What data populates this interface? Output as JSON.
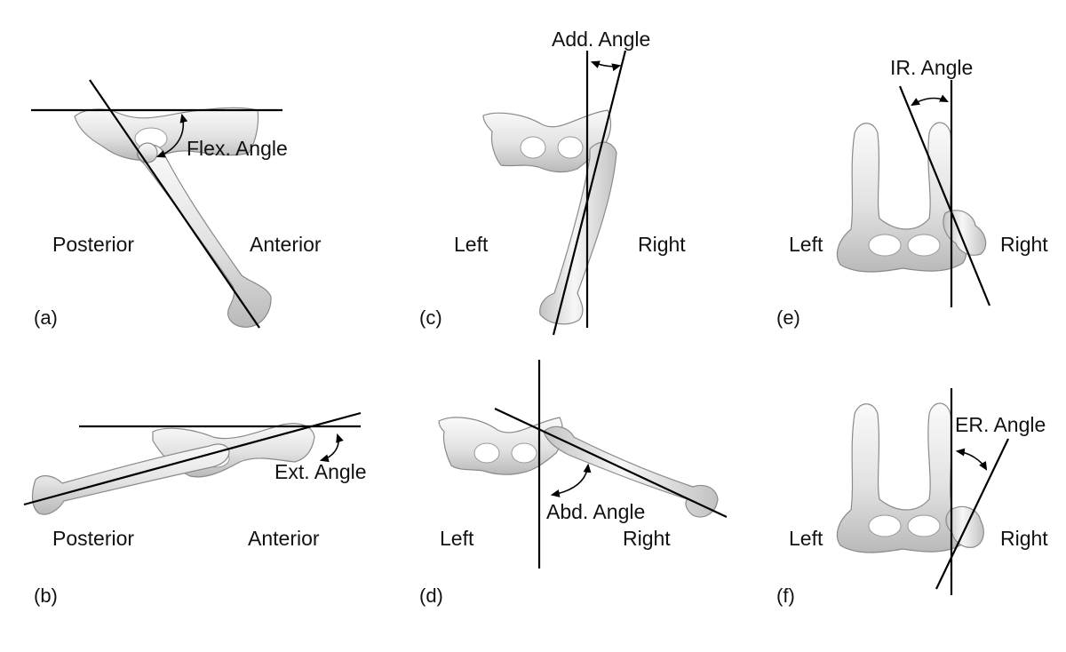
{
  "panels": {
    "a": {
      "tag": "(a)",
      "left_label": "Posterior",
      "right_label": "Anterior",
      "angle_label": "Flex. Angle"
    },
    "b": {
      "tag": "(b)",
      "left_label": "Posterior",
      "right_label": "Anterior",
      "angle_label": "Ext. Angle"
    },
    "c": {
      "tag": "(c)",
      "left_label": "Left",
      "right_label": "Right",
      "angle_label": "Add. Angle"
    },
    "d": {
      "tag": "(d)",
      "left_label": "Left",
      "right_label": "Right",
      "angle_label": "Abd. Angle"
    },
    "e": {
      "tag": "(e)",
      "left_label": "Left",
      "right_label": "Right",
      "angle_label": "IR. Angle"
    },
    "f": {
      "tag": "(f)",
      "left_label": "Left",
      "right_label": "Right",
      "angle_label": "ER. Angle"
    }
  },
  "colors": {
    "bone_light": "#f4f4f4",
    "bone_shade": "#bdbdbd",
    "line": "#000000",
    "background": "#ffffff"
  }
}
